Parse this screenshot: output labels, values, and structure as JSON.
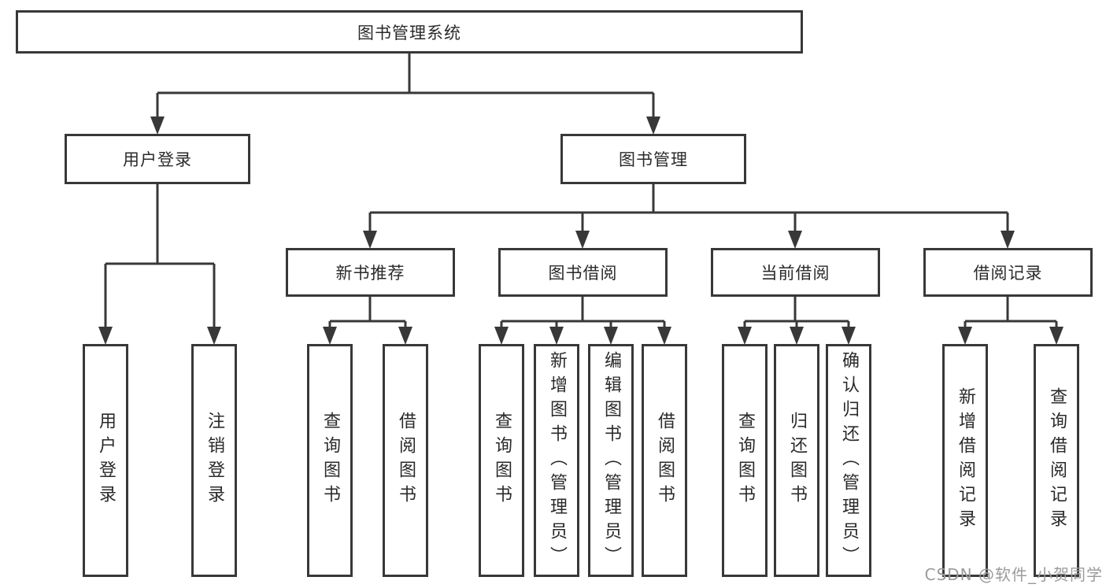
{
  "nodes": {
    "root": {
      "label": "图书管理系统"
    },
    "user_login": {
      "label": "用户登录",
      "children": [
        {
          "label": "用户登录"
        },
        {
          "label": "注销登录"
        }
      ]
    },
    "book_mgmt": {
      "label": "图书管理",
      "children": [
        {
          "label": "新书推荐",
          "children": [
            {
              "label": "查询图书"
            },
            {
              "label": "借阅图书"
            }
          ]
        },
        {
          "label": "图书借阅",
          "children": [
            {
              "label": "查询图书"
            },
            {
              "label": "新增图书（管理员）"
            },
            {
              "label": "编辑图书（管理员）"
            },
            {
              "label": "借阅图书"
            }
          ]
        },
        {
          "label": "当前借阅",
          "children": [
            {
              "label": "查询图书"
            },
            {
              "label": "归还图书"
            },
            {
              "label": "确认归还（管理员）"
            }
          ]
        },
        {
          "label": "借阅记录",
          "children": [
            {
              "label": "新增借阅记录"
            },
            {
              "label": "查询借阅记录"
            }
          ]
        }
      ]
    }
  },
  "watermark": {
    "text": "CSDN @软件_小贺同学"
  },
  "colors": {
    "line": "#383838",
    "text": "#2a2a2a",
    "background": "#ffffff",
    "watermark": "#9b9b9b"
  }
}
